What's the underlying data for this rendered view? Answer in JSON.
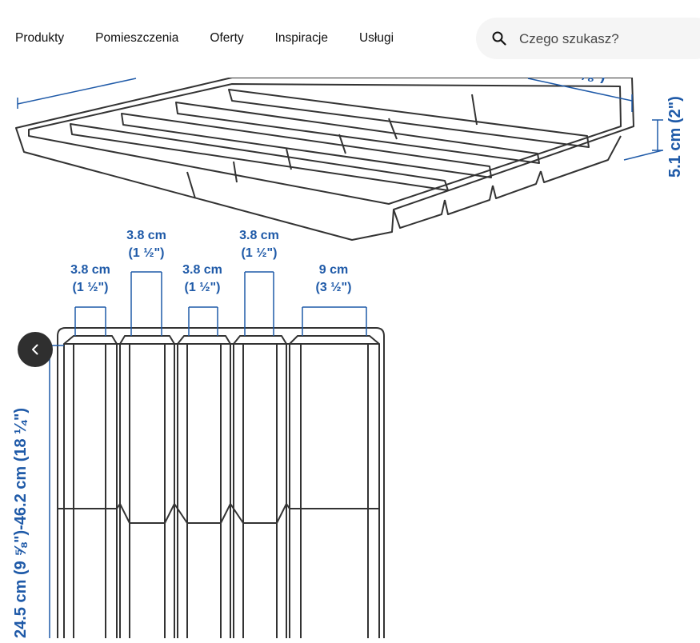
{
  "nav": {
    "items": [
      {
        "label": "Produkty"
      },
      {
        "label": "Pomieszczenia"
      },
      {
        "label": "Oferty"
      },
      {
        "label": "Inspiracje"
      },
      {
        "label": "Usługi"
      }
    ]
  },
  "search": {
    "placeholder": "Czego szukasz?",
    "icon": "search-icon"
  },
  "dimensions": {
    "height_label": "5.1 cm (2\")",
    "top_partial_label": "⅝\")",
    "compartments": [
      {
        "cm": "3.8 cm",
        "inch": "(1 ½\")"
      },
      {
        "cm": "3.8 cm",
        "inch": "(1 ½\")"
      },
      {
        "cm": "3.8 cm",
        "inch": "(1 ½\")"
      },
      {
        "cm": "3.8 cm",
        "inch": "(1 ½\")"
      },
      {
        "cm": "9 cm",
        "inch": "(3 ½\")"
      }
    ],
    "length_label": "24.5 cm (9 ⅝\")-46.2 cm (18 ¼\")"
  },
  "carousel": {
    "prev_icon": "chevron-left-icon"
  },
  "colors": {
    "dimension_blue": "#1f5aa8",
    "line_art": "#333333",
    "search_bg": "#f5f5f5",
    "carousel_button": "#2f2f2f"
  }
}
